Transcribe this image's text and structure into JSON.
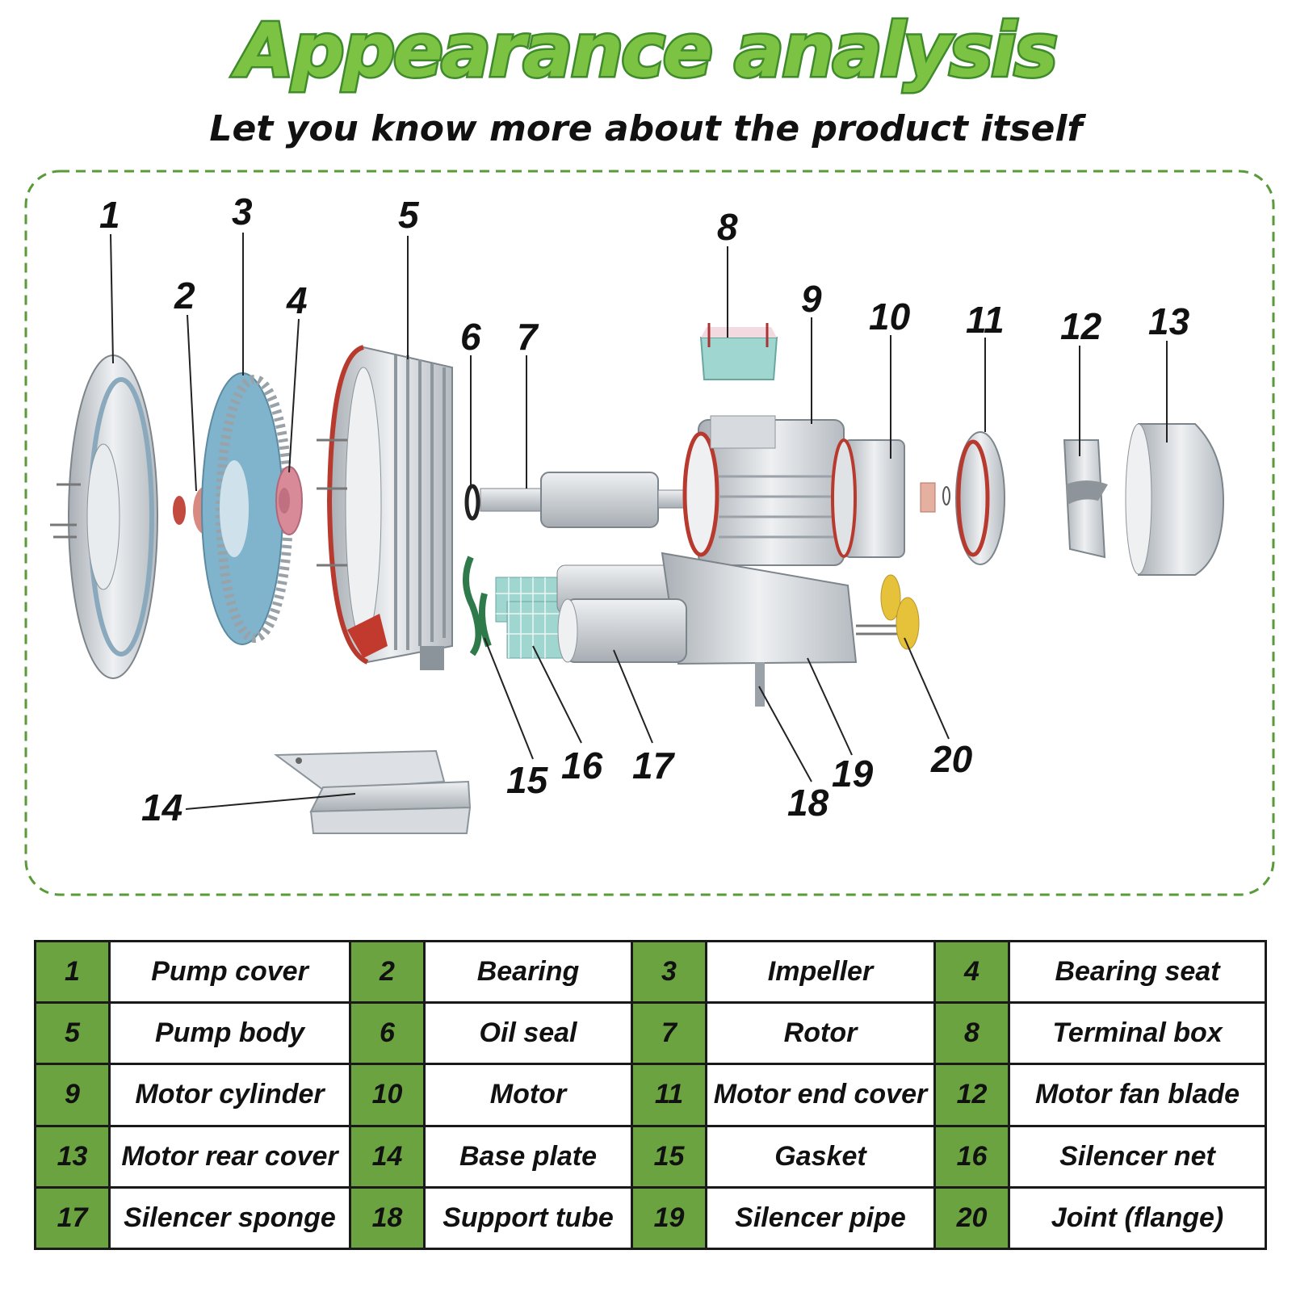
{
  "header": {
    "title": "Appearance analysis",
    "subtitle": "Let you know more about the product itself"
  },
  "callouts": [
    "1",
    "2",
    "3",
    "4",
    "5",
    "6",
    "7",
    "8",
    "9",
    "10",
    "11",
    "12",
    "13",
    "14",
    "15",
    "16",
    "17",
    "18",
    "19",
    "20"
  ],
  "parts": [
    {
      "num": "1",
      "name": "Pump cover"
    },
    {
      "num": "2",
      "name": "Bearing"
    },
    {
      "num": "3",
      "name": "Impeller"
    },
    {
      "num": "4",
      "name": "Bearing seat"
    },
    {
      "num": "5",
      "name": "Pump body"
    },
    {
      "num": "6",
      "name": "Oil seal"
    },
    {
      "num": "7",
      "name": "Rotor"
    },
    {
      "num": "8",
      "name": "Terminal box"
    },
    {
      "num": "9",
      "name": "Motor cylinder"
    },
    {
      "num": "10",
      "name": "Motor"
    },
    {
      "num": "11",
      "name": "Motor end cover"
    },
    {
      "num": "12",
      "name": "Motor fan blade"
    },
    {
      "num": "13",
      "name": "Motor rear cover"
    },
    {
      "num": "14",
      "name": "Base plate"
    },
    {
      "num": "15",
      "name": "Gasket"
    },
    {
      "num": "16",
      "name": "Silencer net"
    },
    {
      "num": "17",
      "name": "Silencer sponge"
    },
    {
      "num": "18",
      "name": "Support tube"
    },
    {
      "num": "19",
      "name": "Silencer pipe"
    },
    {
      "num": "20",
      "name": "Joint (flange)"
    }
  ],
  "colors": {
    "title_fill": "#7cc343",
    "title_stroke": "#3f8a2a",
    "frame_dash": "#5a9a3a",
    "table_number_cell": "#6aa33f",
    "part_metal": "#c9ced3",
    "part_red": "#b83a2e",
    "part_blue": "#7fb4cc",
    "part_pink": "#d98a98",
    "part_cyan": "#9fd6d0",
    "part_gasket": "#2f7a4a",
    "part_yellow": "#e6c23a"
  }
}
